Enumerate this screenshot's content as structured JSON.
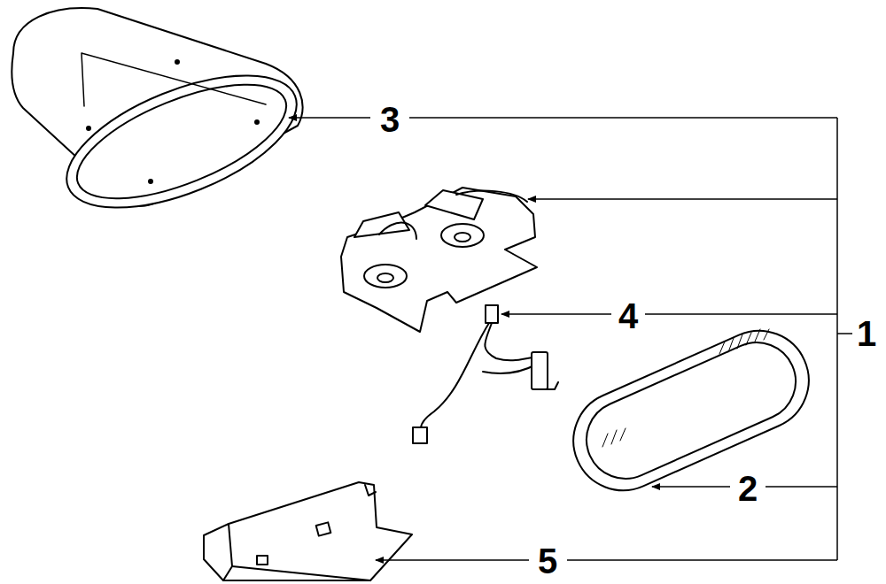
{
  "diagram": {
    "labels": [
      "3",
      "4",
      "1",
      "2",
      "5"
    ]
  }
}
